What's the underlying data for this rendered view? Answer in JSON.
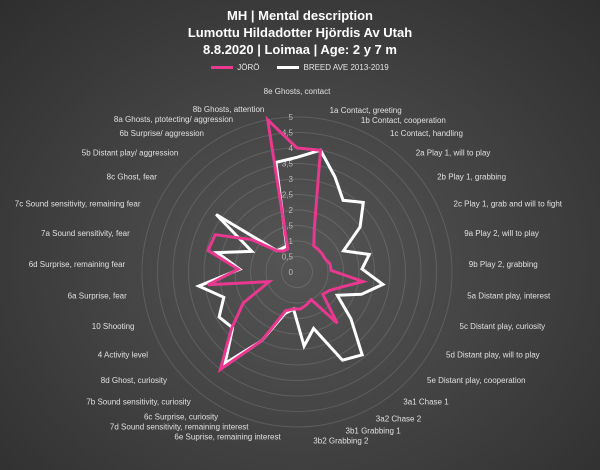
{
  "chart_data": {
    "type": "radar",
    "title": [
      "MH | Mental description",
      "Lumottu Hildadotter Hjördis Av Utah",
      "8.8.2020 | Loimaa | Age: 2 y 7 m"
    ],
    "categories": [
      "8e Ghosts, contact",
      "1a Contact, greeting",
      "1b Contact, cooperation",
      "1c Contact, handling",
      "2a Play 1, will to play",
      "2b Play 1, grabbing",
      "2c Play 1, grab and will to fight",
      "9a Play 2, will to play",
      "9b Play 2, grabbing",
      "5a Distant play, interest",
      "5c Distant play, curiosity",
      "5d Distant play, will to play",
      "5e Distant play, cooperation",
      "3a1 Chase 1",
      "3a2 Chase 2",
      "3b1 Grabbing 1",
      "3b2 Grabbing 2",
      "6e Suprise, remaining interest",
      "7d Sound sensitivity, remaining interest",
      "6c Surprise, curiosity",
      "7b Sound sensitivity, curiosity",
      "8d Ghost, curiosity",
      "4 Activity level",
      "10 Shooting",
      "6a Surprise, fear",
      "6d Surprise, remaining fear",
      "7a Sound sensitivity, fear",
      "7c Sound sensitivity, remaining fear",
      "8c Ghost, fear",
      "5b Distant play/ aggression",
      "6b Surprise/ aggression",
      "8a Ghosts, ptotecting/ aggression",
      "8b Ghosts, attention"
    ],
    "series": [
      {
        "name": "JÖRÖ",
        "color": "#e8388f",
        "values": [
          4,
          4,
          1.5,
          1,
          1,
          1,
          1,
          1.1,
          1.1,
          2.15,
          1.5,
          1.2,
          1.1,
          2.1,
          1,
          1.1,
          1.2,
          1.2,
          1.3,
          2.5,
          4,
          2.8,
          2,
          0.95,
          2.9,
          1.9,
          2.95,
          2.9,
          1.8,
          0.95,
          0.8,
          0.8,
          5
        ]
      },
      {
        "name": "BREED AVE 2013-2019",
        "color": "#ffffff",
        "values": [
          3.7,
          4,
          3.3,
          2.75,
          3.1,
          2.5,
          1.65,
          2.4,
          2.1,
          2.8,
          2.2,
          1.5,
          2.3,
          3.4,
          3.2,
          1.9,
          2.4,
          1.2,
          1.4,
          2.5,
          3.75,
          2.75,
          2.9,
          2.5,
          3.2,
          1.85,
          2.65,
          1.6,
          3.2,
          0.95,
          0.9,
          0.9,
          3.6
        ]
      }
    ],
    "rlim": [
      0,
      5
    ],
    "ticks": [
      "0",
      "0,5",
      "1",
      "1,5",
      "2",
      "2,5",
      "3",
      "3,5",
      "4",
      "4,5",
      "5"
    ],
    "legend_position": "top"
  }
}
